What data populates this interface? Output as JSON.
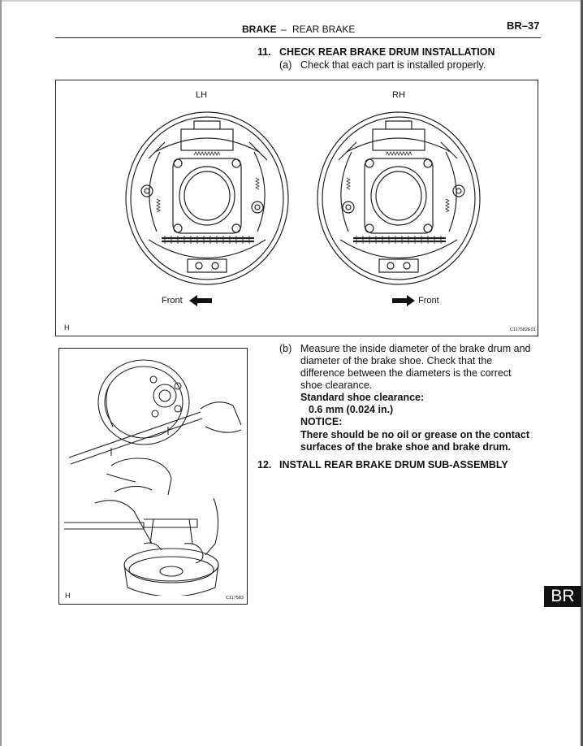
{
  "header": {
    "section": "BRAKE",
    "dash": "–",
    "subsection": "REAR BRAKE",
    "page_code": "BR–37"
  },
  "step11": {
    "number": "11.",
    "title": "CHECK REAR BRAKE DRUM INSTALLATION",
    "a_marker": "(a)",
    "a_text": "Check that each part is installed properly."
  },
  "figure1": {
    "label_lh": "LH",
    "label_rh": "RH",
    "front_left": "Front",
    "front_right": "Front",
    "corner": "H",
    "code": "C117582E01"
  },
  "step11b": {
    "marker": "(b)",
    "lines": [
      "Measure the inside diameter of the brake drum and",
      "diameter of the brake shoe. Check that the",
      "difference between the diameters is the correct",
      "shoe clearance."
    ],
    "spec_label": "Standard shoe clearance:",
    "spec_value": "0.6 mm (0.024 in.)",
    "notice_label": "NOTICE:",
    "notice_lines": [
      "There should be no oil or grease on the contact",
      "surfaces of the brake shoe and brake drum."
    ]
  },
  "step12": {
    "number": "12.",
    "title": "INSTALL REAR BRAKE DRUM SUB-ASSEMBLY"
  },
  "figure2": {
    "corner": "H",
    "code": "C117583"
  },
  "tab": {
    "label": "BR"
  }
}
